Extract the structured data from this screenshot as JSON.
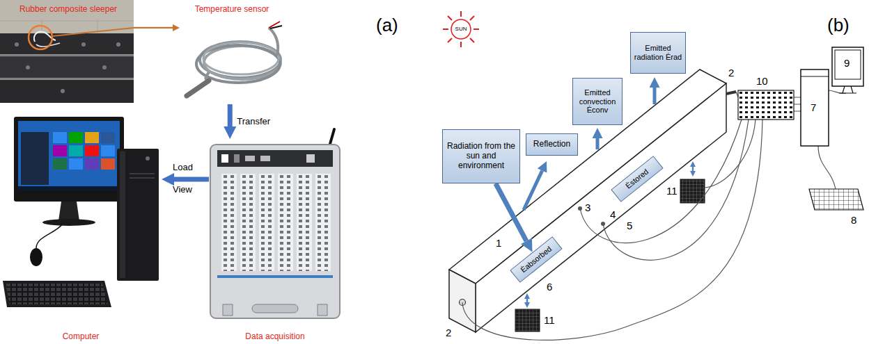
{
  "diagram": {
    "nodes": [
      {
        "text": [
          "Rubber composite sleeper"
        ]
      },
      {
        "text": [
          "Temperature sensor"
        ]
      },
      {
        "text": [
          "Data acquisition"
        ]
      },
      {
        "text": [
          "Computer"
        ]
      },
      {
        "text": [
          "Radiation from the sun and environment"
        ]
      },
      {
        "text": [
          "Reflection"
        ]
      },
      {
        "text": [
          "Emitted convection Ėconv"
        ]
      },
      {
        "text": [
          "Emitted radiation Ėrad"
        ]
      },
      {
        "text": [
          "Ėabsorbed"
        ]
      },
      {
        "text": [
          "Ėstored"
        ]
      }
    ],
    "edges": [
      {
        "from": 0,
        "to": 1,
        "arrow": "to"
      },
      {
        "from": 1,
        "to": 2,
        "arrow": "to",
        "label": "Transfer"
      },
      {
        "from": 2,
        "to": 3,
        "arrow": "to"
      },
      {
        "from": 4,
        "to": 8,
        "arrow": "to"
      }
    ],
    "labels": [
      "(a)",
      "Load",
      "View",
      "(b)",
      "SUN",
      "1",
      "2",
      "2",
      "3",
      "4",
      "5",
      "6",
      "7",
      "8",
      "9",
      "10",
      "11",
      "11"
    ]
  }
}
